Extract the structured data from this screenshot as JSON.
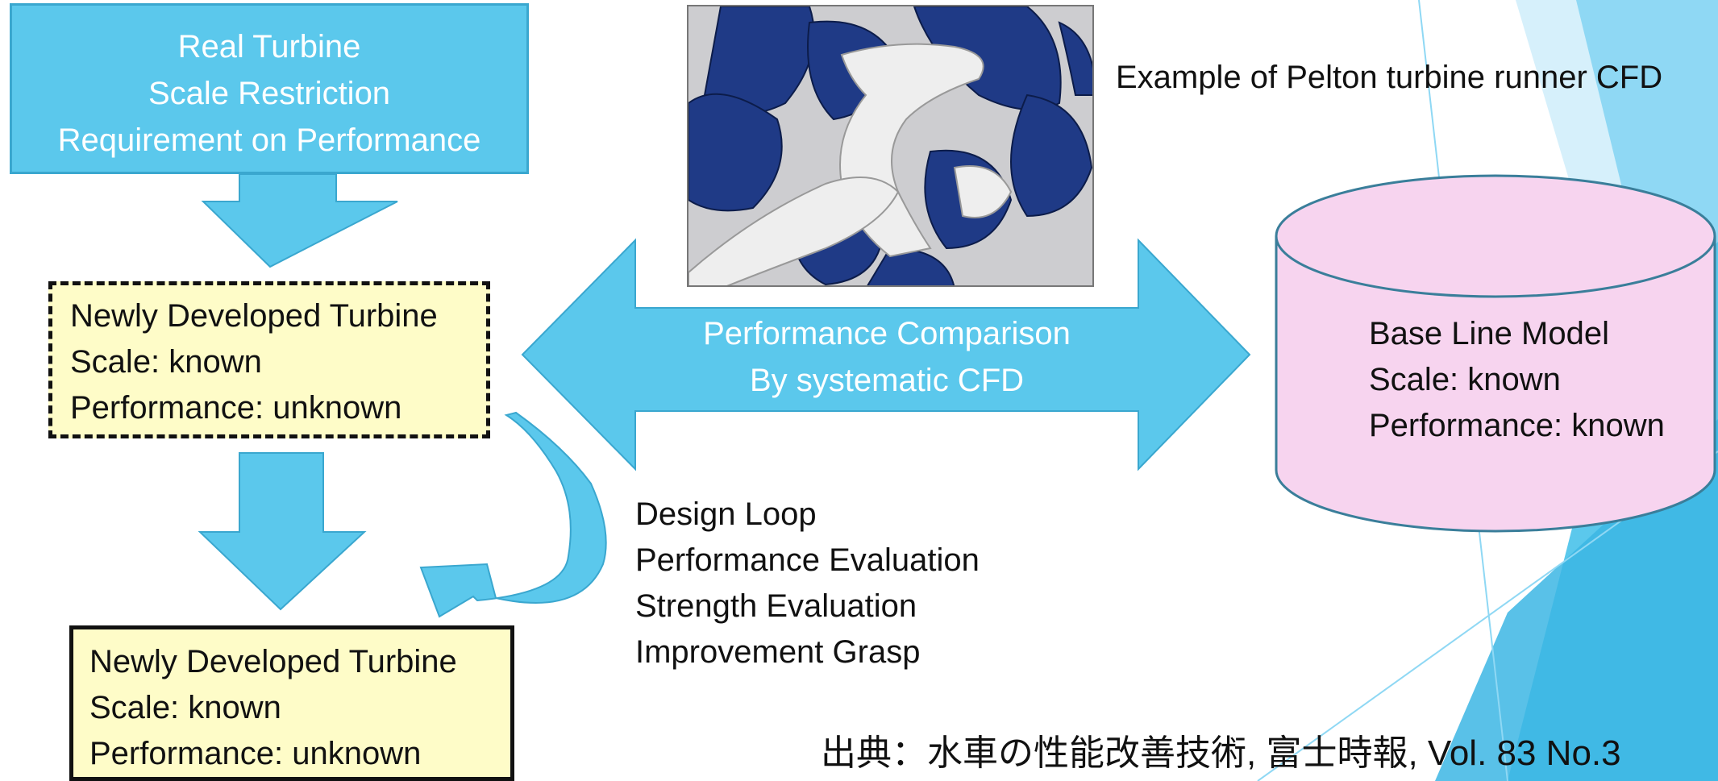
{
  "box_real": {
    "lines": [
      "Real Turbine",
      "Scale Restriction",
      "Requirement on Performance"
    ]
  },
  "box_newly_developed_top": {
    "lines": [
      "Newly Developed Turbine",
      "Scale: known",
      "Performance: unknown"
    ]
  },
  "box_newly_developed_bottom": {
    "lines": [
      "Newly Developed Turbine",
      "Scale: known",
      "Performance: unknown"
    ]
  },
  "cfd_caption": "Example of Pelton turbine runner CFD",
  "comparison_arrow": {
    "lines": [
      "Performance Comparison",
      "By systematic CFD"
    ]
  },
  "baseline_cylinder": {
    "lines": [
      "Base Line Model",
      "Scale: known",
      "Performance: known"
    ]
  },
  "design_loop": {
    "lines": [
      "Design Loop",
      "Performance Evaluation",
      "Strength Evaluation",
      "Improvement Grasp"
    ]
  },
  "source": "出典：水車の性能改善技術, 富士時報, Vol. 83 No.3",
  "colors": {
    "arrow_fill": "#5bc8ec",
    "arrow_stroke": "#3aa7cf",
    "yellow_box": "#fefcc8",
    "cylinder_fill": "#f7d4ef",
    "cylinder_stroke": "#3a7e9a",
    "background_accent": "#5bc8ec"
  }
}
